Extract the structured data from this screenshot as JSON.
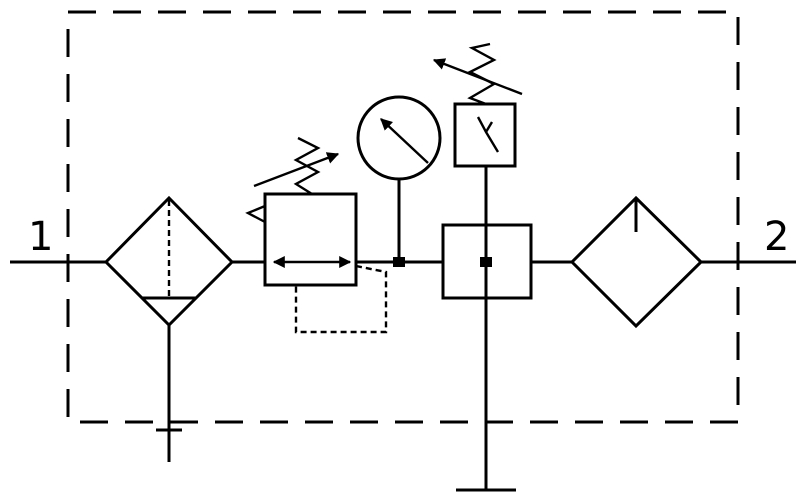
{
  "ports": {
    "inlet": "1",
    "outlet": "2"
  },
  "colors": {
    "line": "#000000",
    "background": "#ffffff"
  },
  "components": [
    {
      "id": "filter-with-drain",
      "icon": "filter-drain-symbol"
    },
    {
      "id": "pressure-regulator",
      "icon": "adjustable-regulator-symbol"
    },
    {
      "id": "pressure-gauge",
      "icon": "gauge-symbol"
    },
    {
      "id": "pressure-switch",
      "icon": "adjustable-switch-symbol"
    },
    {
      "id": "manifold-block",
      "icon": "distribution-block-symbol"
    },
    {
      "id": "lubricator",
      "icon": "lubricator-symbol"
    }
  ]
}
